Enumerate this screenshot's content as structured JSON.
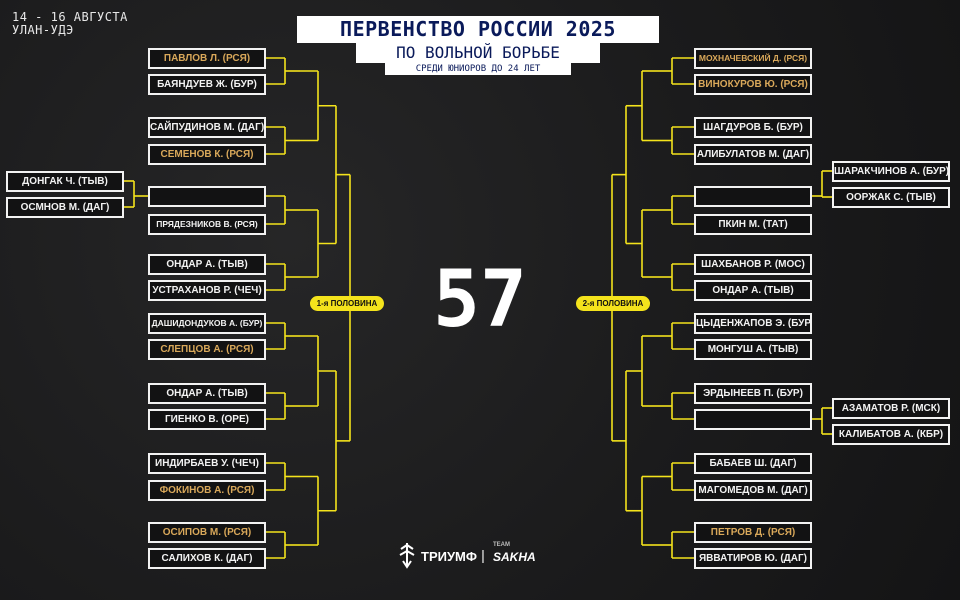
{
  "event": {
    "dates": "14 - 16 АВГУСТА",
    "city": "УЛАН-УДЭ",
    "title_line1": "ПЕРВЕНСТВО РОССИИ 2025",
    "title_line2": "ПО ВОЛЬНОЙ БОРЬБЕ",
    "title_line3": "СРЕДИ ЮНИОРОВ ДО 24 ЛЕТ",
    "weight": "57"
  },
  "halves": {
    "left": "1-я ПОЛОВИНА",
    "right": "2-я ПОЛОВИНА"
  },
  "colors": {
    "highlight": "#d9a85a",
    "bracket_line": "#f4e31c",
    "box_border": "#f2f2f2"
  },
  "bracket": {
    "left": [
      "ПАВЛОВ Л. (РСЯ)",
      "БАЯНДУЕВ Ж. (БУР)",
      "САЙПУДИНОВ М. (ДАГ)",
      "СЕМЕНОВ К. (РСЯ)",
      "",
      "ПРЯДЕЗНИКОВ В. (РСЯ)",
      "ОНДАР А. (ТЫВ)",
      "УСТРАХАНОВ Р. (ЧЕЧ)",
      "ДАШИДОНДУКОВ А. (БУР)",
      "СЛЕПЦОВ А. (РСЯ)",
      "ОНДАР А. (ТЫВ)",
      "ГИЕНКО В. (ОРЕ)",
      "ИНДИРБАЕВ У. (ЧЕЧ)",
      "ФОКИНОВ А. (РСЯ)",
      "ОСИПОВ М. (РСЯ)",
      "САЛИХОВ К. (ДАГ)"
    ],
    "left_pre": [
      "ДОНГАК Ч. (ТЫВ)",
      "ОСМНОВ М. (ДАГ)"
    ],
    "right": [
      "МОХНАЧЕВСКИЙ Д. (РСЯ)",
      "ВИНОКУРОВ Ю. (РСЯ)",
      "ШАГДУРОВ Б. (БУР)",
      "АЛИБУЛАТОВ М. (ДАГ)",
      "",
      "ПКИН М. (ТАТ)",
      "ШАХБАНОВ Р. (МОС)",
      "ОНДАР А. (ТЫВ)",
      "ЦЫДЕНЖАПОВ Э. (БУР)",
      "МОНГУШ А. (ТЫВ)",
      "ЭРДЫНЕЕВ П. (БУР)",
      "",
      "БАБАЕВ Ш. (ДАГ)",
      "МАГОМЕДОВ М. (ДАГ)",
      "ПЕТРОВ Д. (РСЯ)",
      "ЯВВАТИРОВ Ю. (ДАГ)"
    ],
    "right_pre_top": [
      "ШАРАКЧИНОВ А. (БУР)",
      "ООРЖАК С. (ТЫВ)"
    ],
    "right_pre_bottom": [
      "АЗАМАТОВ Р. (МСК)",
      "КАЛИБАТОВ А. (КБР)"
    ],
    "highlighted": [
      "ПАВЛОВ Л. (РСЯ)",
      "СЕМЕНОВ К. (РСЯ)",
      "СЛЕПЦОВ А. (РСЯ)",
      "ФОКИНОВ А. (РСЯ)",
      "ОСИПОВ М. (РСЯ)",
      "МОХНАЧЕВСКИЙ Д. (РСЯ)",
      "ВИНОКУРОВ Ю. (РСЯ)",
      "ПЕТРОВ Д. (РСЯ)"
    ]
  },
  "sponsors": {
    "logo1": "ТРИУМФ",
    "separator": "|",
    "logo2_small": "TEAM",
    "logo2": "SAKHA"
  }
}
